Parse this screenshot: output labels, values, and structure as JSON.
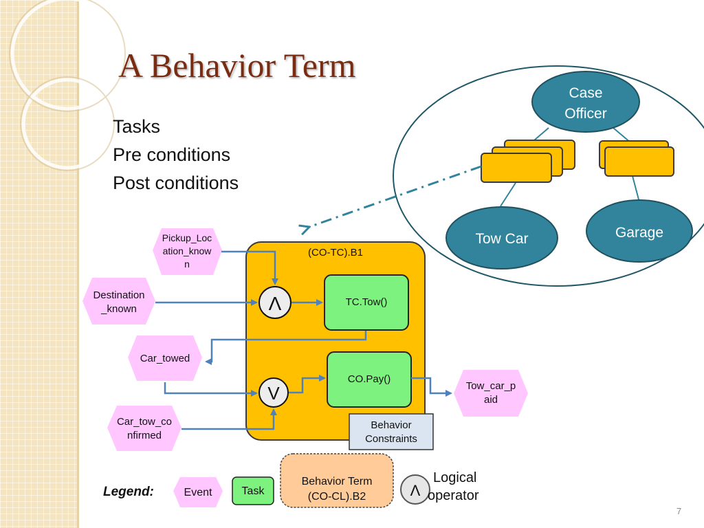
{
  "slide": {
    "title": "A Behavior Term",
    "bullets": [
      "Tasks",
      "Pre conditions",
      "Post conditions"
    ],
    "page_number": "7"
  },
  "org_chart": {
    "top_node": [
      "Case",
      "Officer"
    ],
    "left_node": "Tow Car",
    "right_node": "Garage"
  },
  "behavior": {
    "term_label": "(CO-TC).B1",
    "tasks": [
      "TC.Tow()",
      "CO.Pay()"
    ],
    "operators": [
      "Λ",
      "V"
    ],
    "events": {
      "pickup": [
        "Pickup_Loc",
        "ation_know",
        "n"
      ],
      "destination": [
        "Destination",
        "_known"
      ],
      "car_towed": "Car_towed",
      "car_tow_confirmed": [
        "Car_tow_co",
        "nfirmed"
      ],
      "tow_car_paid": [
        "Tow_car_p",
        "aid"
      ]
    },
    "constraints": [
      "Behavior",
      "Constraints"
    ]
  },
  "legend": {
    "title": "Legend:",
    "event": "Event",
    "task": "Task",
    "term": [
      "Behavior Term",
      "(CO-CL).B2"
    ],
    "operator_symbol": "Λ",
    "operator_label": [
      "Logical",
      "operator"
    ]
  },
  "colors": {
    "title": "#7a2c12",
    "event_fill": "#ffc6ff",
    "task_fill": "#7ef27e",
    "term_fill": "#ffc000",
    "legend_term_fill": "#ffcc99",
    "node_fill": "#31849b",
    "node_stroke": "#21505f",
    "box_fill": "#ffc000",
    "arrow": "#4f81bd",
    "ellipse_stroke": "#215868"
  }
}
